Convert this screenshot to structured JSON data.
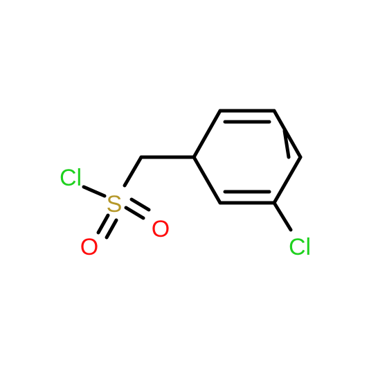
{
  "diagram": {
    "atoms": {
      "cl_sulfonyl": {
        "label": "Cl",
        "color": "#1fd11f"
      },
      "sulfur": {
        "label": "S",
        "color": "#b5982a"
      },
      "oxygen_right": {
        "label": "O",
        "color": "#ff0d0d"
      },
      "oxygen_bottom": {
        "label": "O",
        "color": "#ff0d0d"
      },
      "cl_ring": {
        "label": "Cl",
        "color": "#1fd11f"
      }
    },
    "bond_color": "#000000"
  }
}
